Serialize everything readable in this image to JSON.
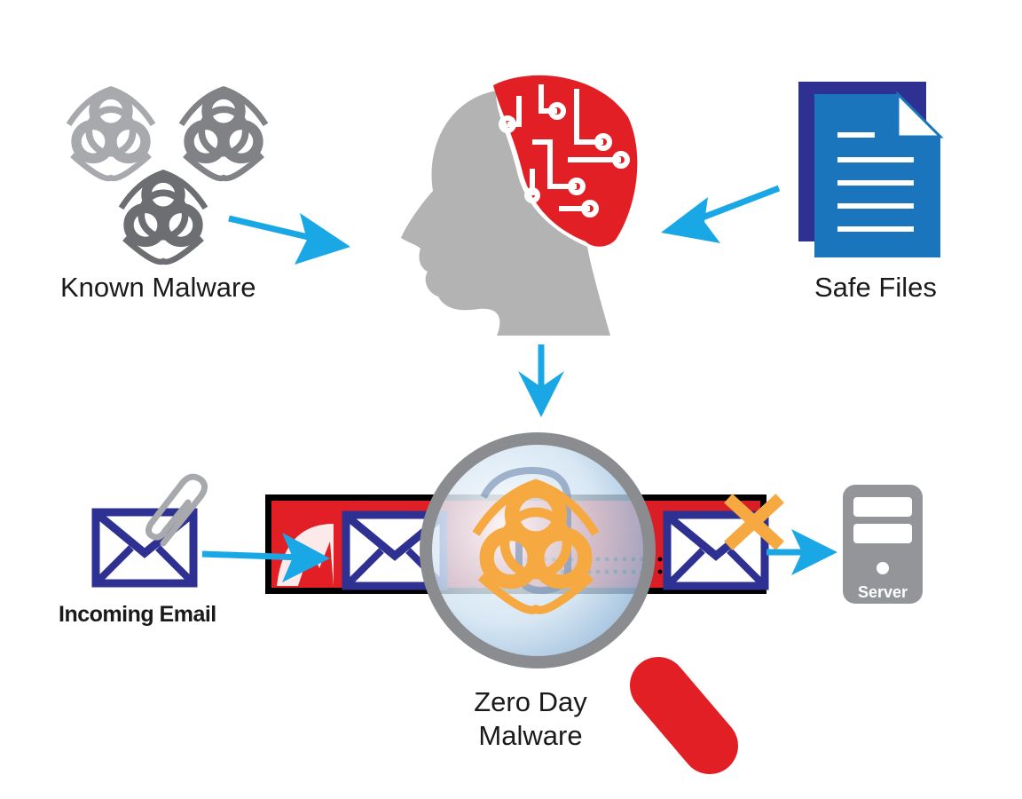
{
  "labels": {
    "known_malware": "Known Malware",
    "safe_files": "Safe Files",
    "incoming_email": "Incoming Email",
    "zero_day_line1": "Zero Day",
    "zero_day_line2": "Malware",
    "server": "Server"
  },
  "colors": {
    "arrow": "#1aa7e6",
    "brain_red": "#e31f26",
    "head_gray": "#b3b3b3",
    "doc_blue": "#1b75bc",
    "doc_navy": "#2e3192",
    "biohazard_orange": "#f7a941",
    "envelope_navy": "#2e3192",
    "server_gray": "#939598"
  },
  "icons": [
    "biohazard-icon",
    "brain-circuit-icon",
    "document-icon",
    "envelope-icon",
    "paperclip-icon",
    "magnifier-icon",
    "server-icon",
    "x-mark-icon",
    "arrow-icon"
  ]
}
